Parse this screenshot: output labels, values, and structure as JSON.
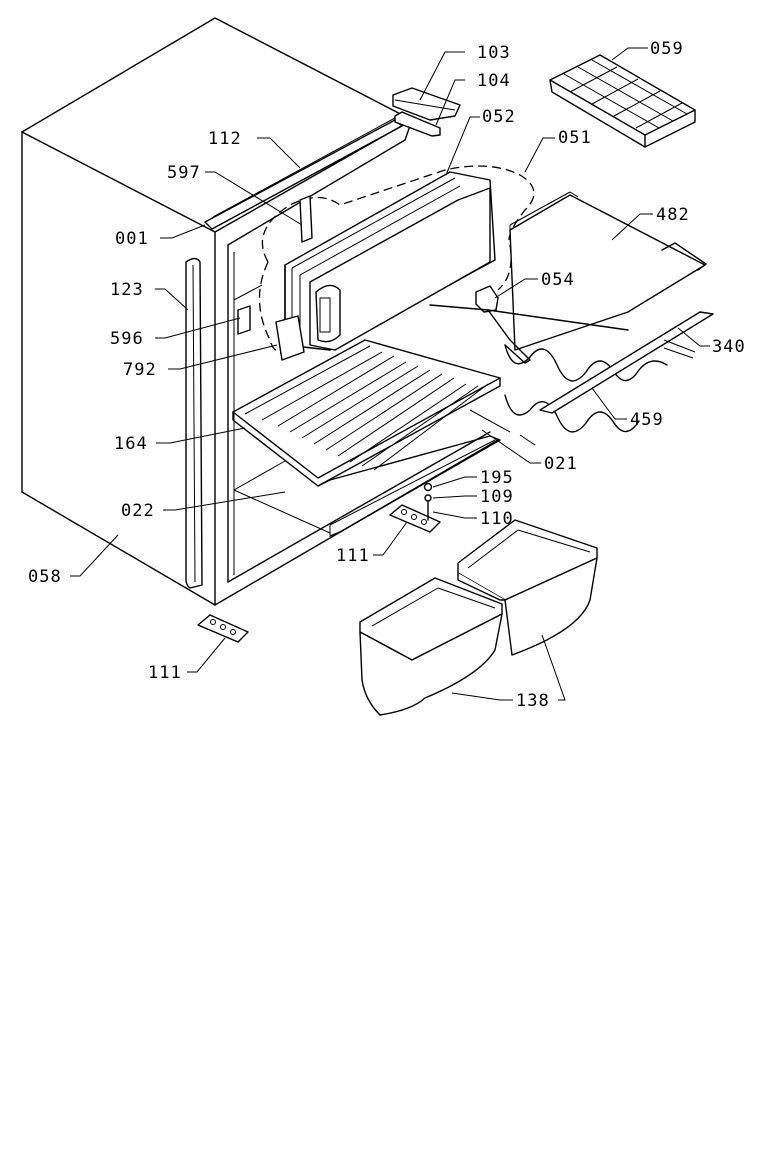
{
  "diagram": {
    "labels": {
      "p103": "103",
      "p104": "104",
      "p059": "059",
      "p052": "052",
      "p051": "051",
      "p112": "112",
      "p597": "597",
      "p482": "482",
      "p001": "001",
      "p123": "123",
      "p054": "054",
      "p596": "596",
      "p340": "340",
      "p792": "792",
      "p459": "459",
      "p164": "164",
      "p021": "021",
      "p195": "195",
      "p109": "109",
      "p110": "110",
      "p022": "022",
      "p111a": "111",
      "p058": "058",
      "p111b": "111",
      "p138": "138"
    }
  }
}
